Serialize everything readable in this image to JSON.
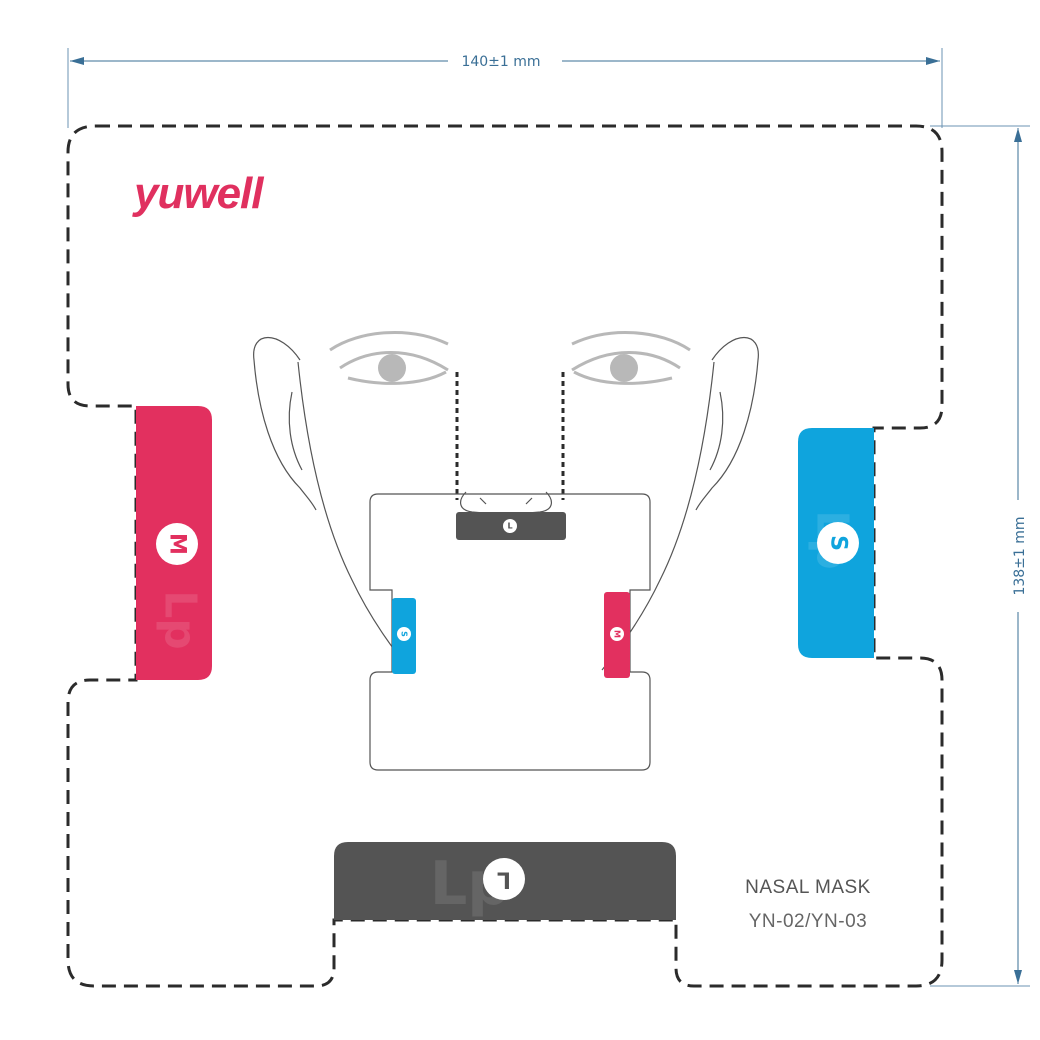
{
  "brand": {
    "name": "yuwell",
    "color": "#e0305f"
  },
  "dimensions": {
    "width_label": "140±1 mm",
    "height_label": "138±1 mm",
    "line_color": "#3a6f96"
  },
  "product": {
    "title": "NASAL MASK",
    "model": "YN-02/YN-03"
  },
  "sizes": [
    {
      "id": "m",
      "letter": "M",
      "color": "#e2305f"
    },
    {
      "id": "s",
      "letter": "S",
      "color": "#0fa4dd"
    },
    {
      "id": "l",
      "letter": "L",
      "color": "#545454"
    }
  ],
  "colors": {
    "outline": "#2b2b2b",
    "face_lines": "#555555",
    "eyes": "#b8b8b8"
  }
}
